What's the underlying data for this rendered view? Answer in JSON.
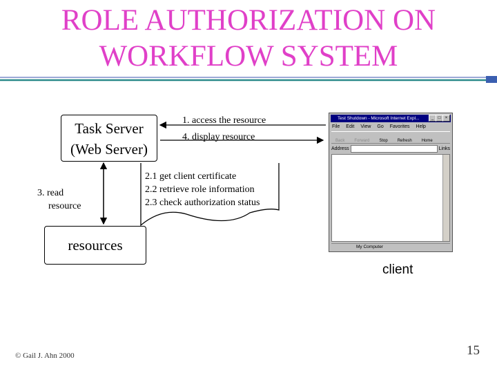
{
  "slide": {
    "title_line1": "ROLE AUTHORIZATION ON",
    "title_line2": "WORKFLOW SYSTEM",
    "title_color": "#e040c8",
    "footer_copyright": "© Gail J. Ahn 2000",
    "page_number": "15"
  },
  "diagram": {
    "task_server_line1": "Task Server",
    "task_server_line2": "(Web Server)",
    "resources_label": "resources",
    "client_label": "client",
    "step1": "1. access the resource",
    "step4": "4. display resource",
    "step2_1": "2.1 get client certificate",
    "step2_2": "2.2 retrieve role information",
    "step2_3": "2.3 check authorization status",
    "step3_line1": "3. read",
    "step3_line2": "resource"
  },
  "browser": {
    "title": "Test Shutdown - Microsoft Internet Expl...",
    "menu": [
      "File",
      "Edit",
      "View",
      "Go",
      "Favorites",
      "Help"
    ],
    "toolbar": [
      "Back",
      "Forward",
      "Stop",
      "Refresh",
      "Home"
    ],
    "address_label": "Address",
    "links_label": "Links",
    "status_text": "My Computer"
  }
}
